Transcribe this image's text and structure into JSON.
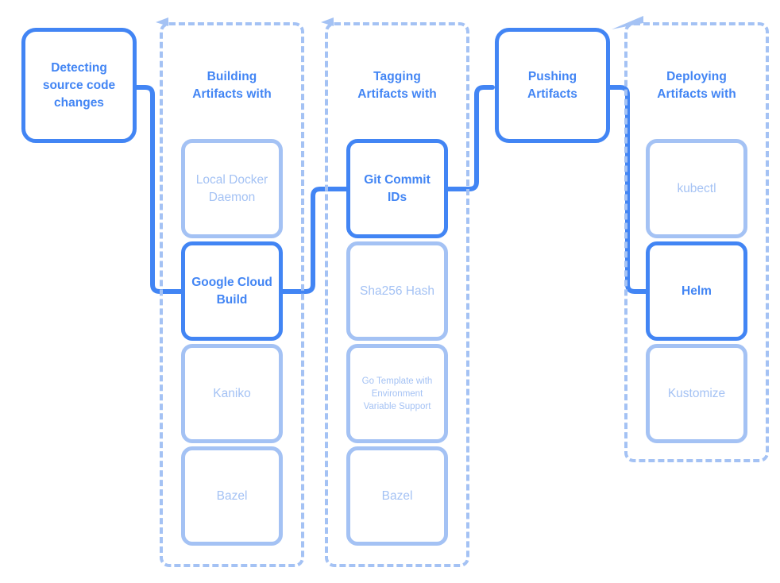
{
  "diagram": {
    "title": "CI/CD pipeline stages with tooling options",
    "colors": {
      "accent_strong": "#4285f4",
      "accent_light": "#a4c2f4",
      "background": "#ffffff"
    },
    "stages": [
      {
        "id": "detect",
        "label": "Detecting\nsource code\nchanges"
      },
      {
        "id": "push",
        "label": "Pushing\nArtifacts"
      }
    ],
    "groups": [
      {
        "id": "building",
        "title": "Building\nArtifacts with",
        "items": [
          {
            "id": "local-docker-daemon",
            "label": "Local Docker\nDaemon",
            "selected": false
          },
          {
            "id": "google-cloud-build",
            "label": "Google Cloud\nBuild",
            "selected": true
          },
          {
            "id": "kaniko",
            "label": "Kaniko",
            "selected": false
          },
          {
            "id": "bazel-build",
            "label": "Bazel",
            "selected": false
          }
        ]
      },
      {
        "id": "tagging",
        "title": "Tagging\nArtifacts with",
        "items": [
          {
            "id": "git-commit-ids",
            "label": "Git Commit\nIDs",
            "selected": true
          },
          {
            "id": "sha256-hash",
            "label": "Sha256 Hash",
            "selected": false
          },
          {
            "id": "go-template",
            "label": "Go Template with\nEnvironment\nVariable Support",
            "selected": false,
            "small": true
          },
          {
            "id": "bazel-tag",
            "label": "Bazel",
            "selected": false
          }
        ]
      },
      {
        "id": "deploying",
        "title": "Deploying\nArtifacts with",
        "items": [
          {
            "id": "kubectl",
            "label": "kubectl",
            "selected": false
          },
          {
            "id": "helm",
            "label": "Helm",
            "selected": true
          },
          {
            "id": "kustomize",
            "label": "Kustomize",
            "selected": false
          }
        ]
      }
    ]
  }
}
